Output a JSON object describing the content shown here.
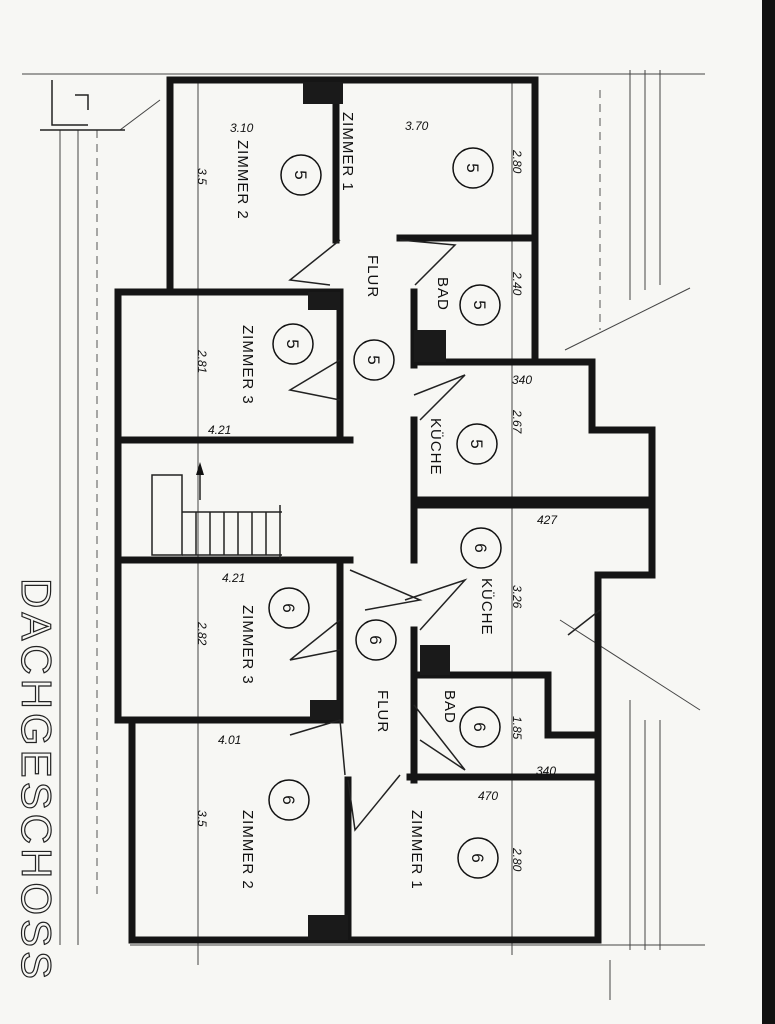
{
  "plan": {
    "title": "DACHGESCHOSS",
    "units": {
      "upper": {
        "number": "5",
        "rooms": [
          {
            "id": "u-zimmer2",
            "label": "ZIMMER 2",
            "width": "3.10",
            "depth": "3.5"
          },
          {
            "id": "u-zimmer1",
            "label": "ZIMMER 1",
            "width": "3.70",
            "depth": "2.80"
          },
          {
            "id": "u-flur",
            "label": "FLUR"
          },
          {
            "id": "u-bad",
            "label": "BAD",
            "depth": "2.40"
          },
          {
            "id": "u-zimmer3",
            "label": "ZIMMER 3",
            "width": "4.21",
            "depth": "2.81"
          },
          {
            "id": "u-kueche",
            "label": "KÜCHE",
            "width": "340",
            "depth": "2.67"
          }
        ]
      },
      "lower": {
        "number": "6",
        "rooms": [
          {
            "id": "l-kueche",
            "label": "KÜCHE",
            "width": "427",
            "depth": "3.26"
          },
          {
            "id": "l-zimmer3",
            "label": "ZIMMER 3",
            "width": "4.21",
            "depth": "2.82"
          },
          {
            "id": "l-flur",
            "label": "FLUR"
          },
          {
            "id": "l-bad",
            "label": "BAD",
            "depth": "1.85",
            "width": "340"
          },
          {
            "id": "l-zimmer2",
            "label": "ZIMMER 2",
            "width": "4.01",
            "depth": "3.5"
          },
          {
            "id": "l-zimmer1",
            "label": "ZIMMER 1",
            "width": "470",
            "depth": "2.80"
          }
        ]
      }
    }
  }
}
